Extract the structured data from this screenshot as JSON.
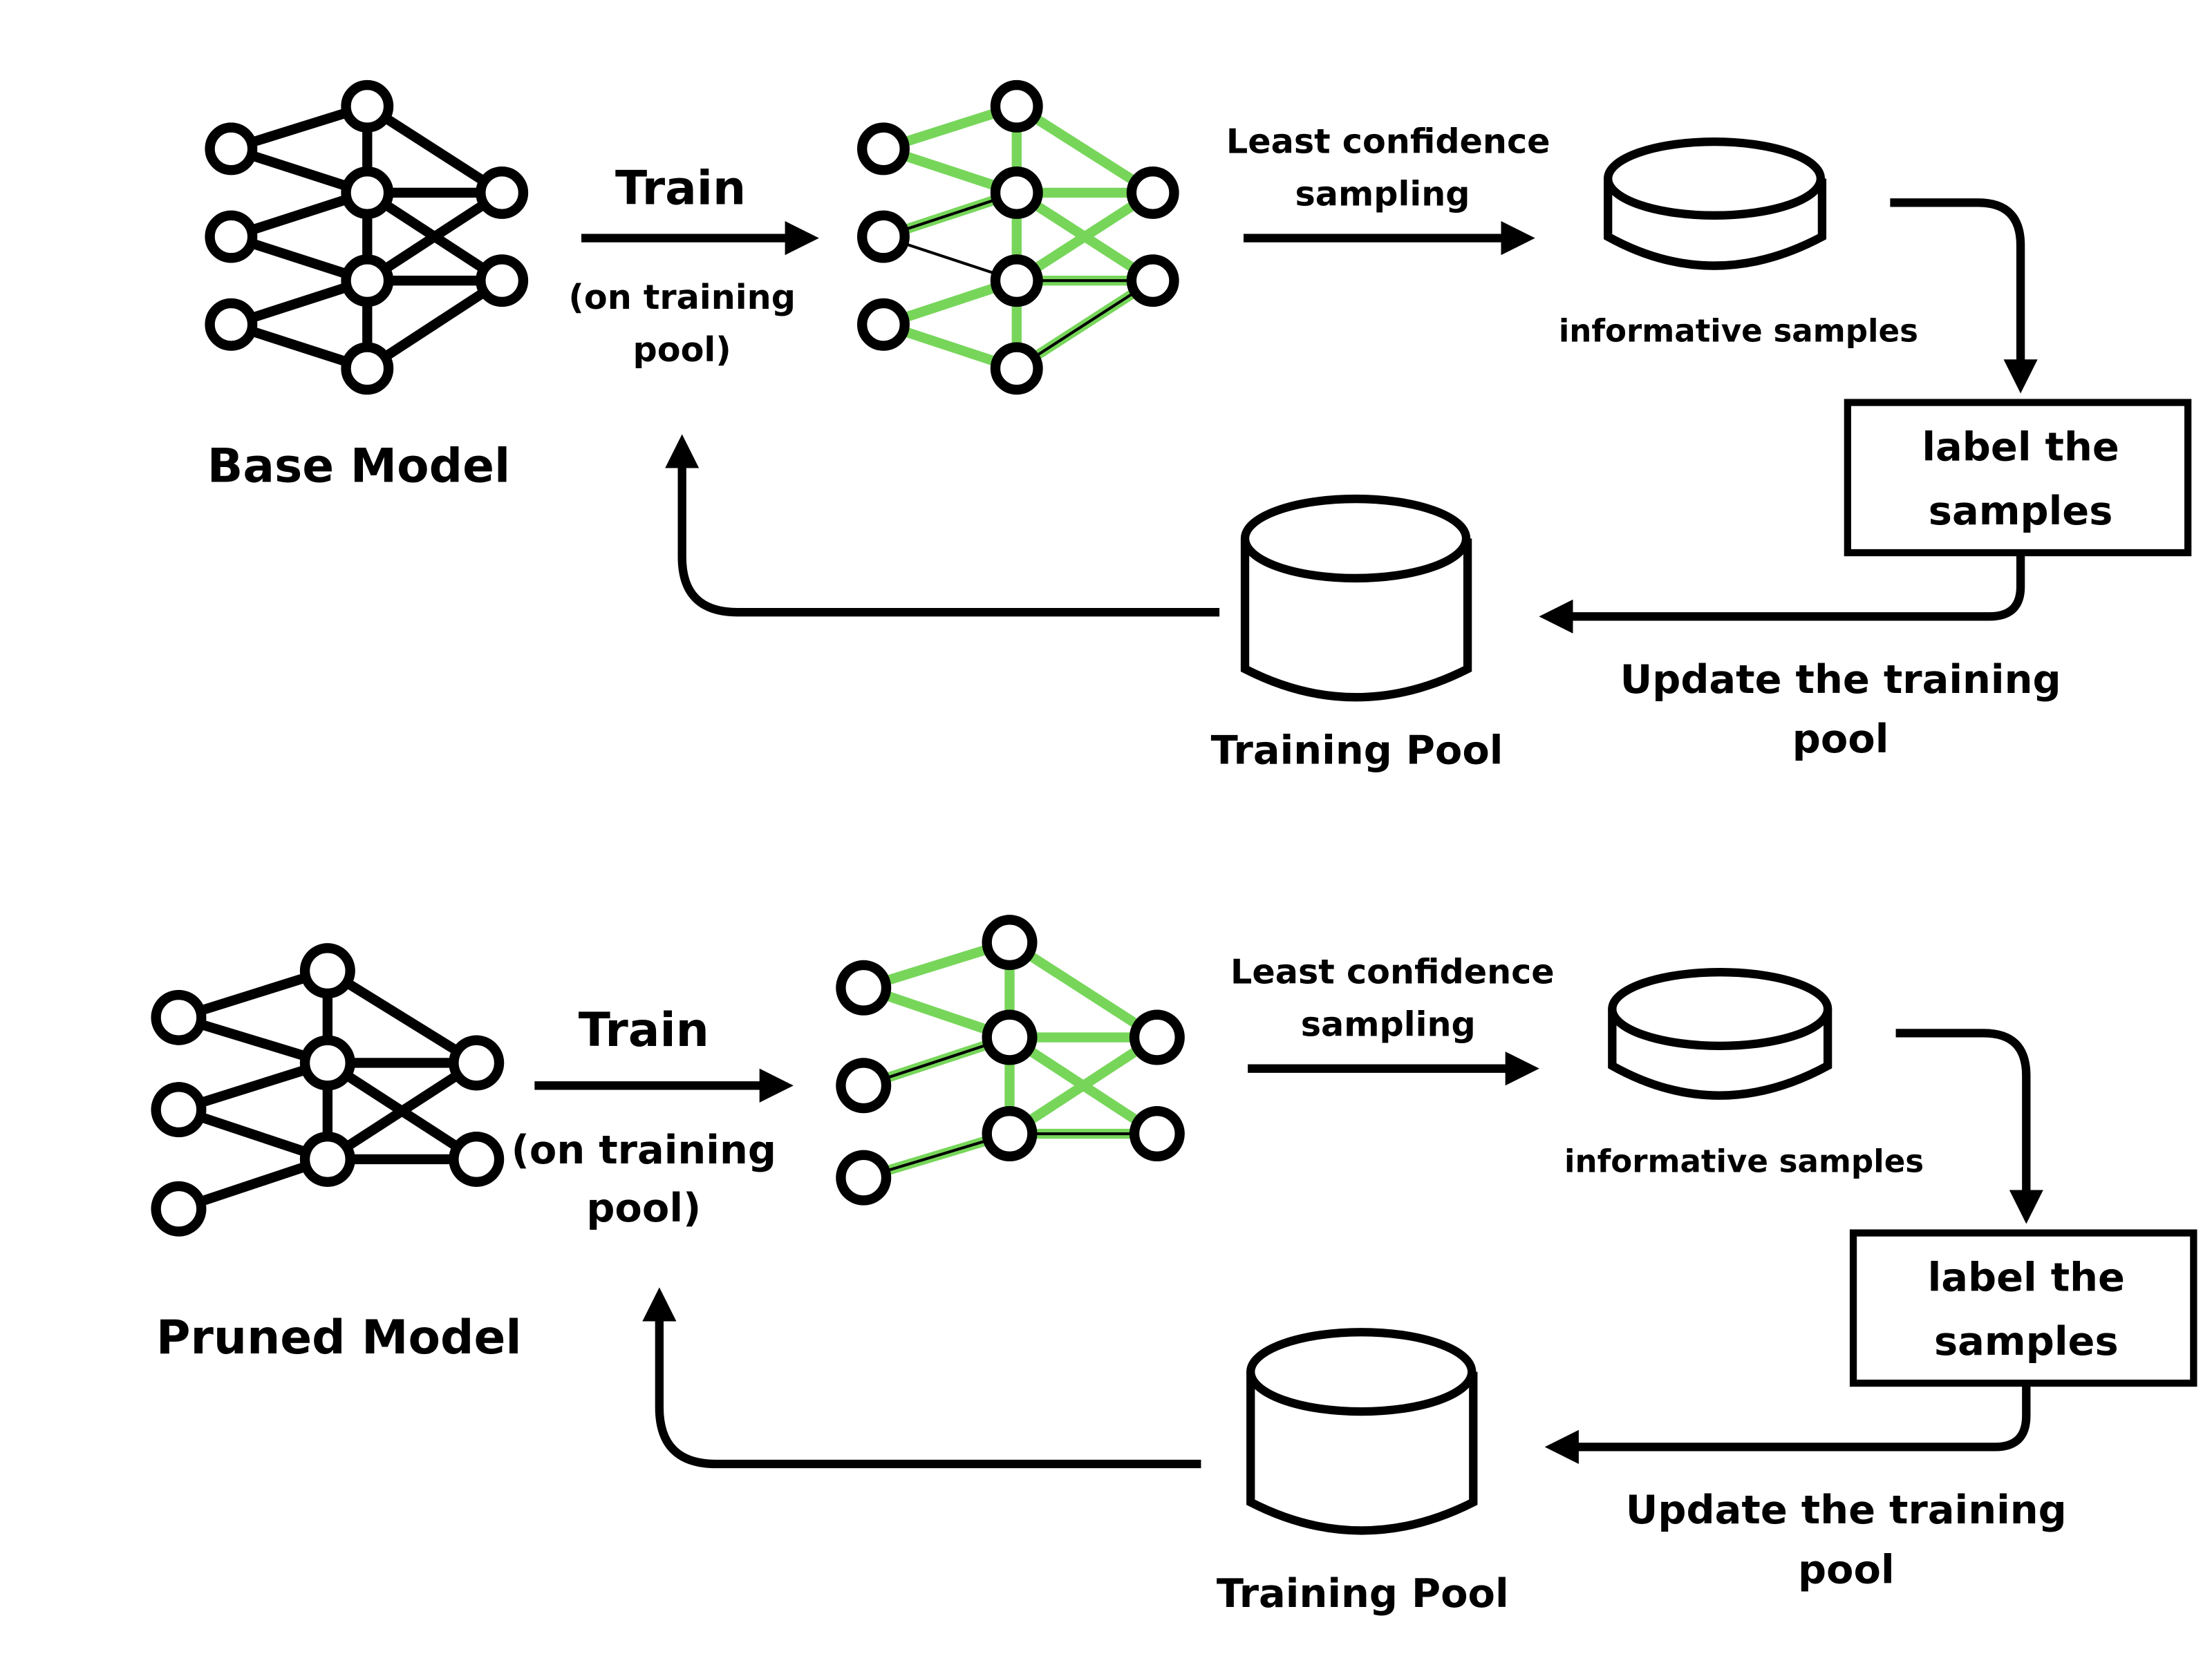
{
  "top_row": {
    "model_label": "Base Model",
    "train_label": "Train",
    "train_sub_line1": "(on training",
    "train_sub_line2": "pool)",
    "sampling_line1": "Least confidence",
    "sampling_line2": "sampling",
    "informative_label": "informative samples",
    "label_box_line1": "label the",
    "label_box_line2": "samples",
    "update_line1": "Update the training",
    "update_line2": "pool",
    "pool_label": "Training Pool"
  },
  "bottom_row": {
    "model_label": "Pruned Model",
    "train_label": "Train",
    "train_sub_line1": "(on training",
    "train_sub_line2": "pool)",
    "sampling_line1": "Least confidence",
    "sampling_line2": "sampling",
    "informative_label": "informative samples",
    "label_box_line1": "label the",
    "label_box_line2": "samples",
    "update_line1": "Update the training",
    "update_line2": "pool",
    "pool_label": "Training Pool"
  },
  "colors": {
    "ink": "#000000",
    "trained_edge": "#77d65a",
    "background": "#ffffff"
  }
}
